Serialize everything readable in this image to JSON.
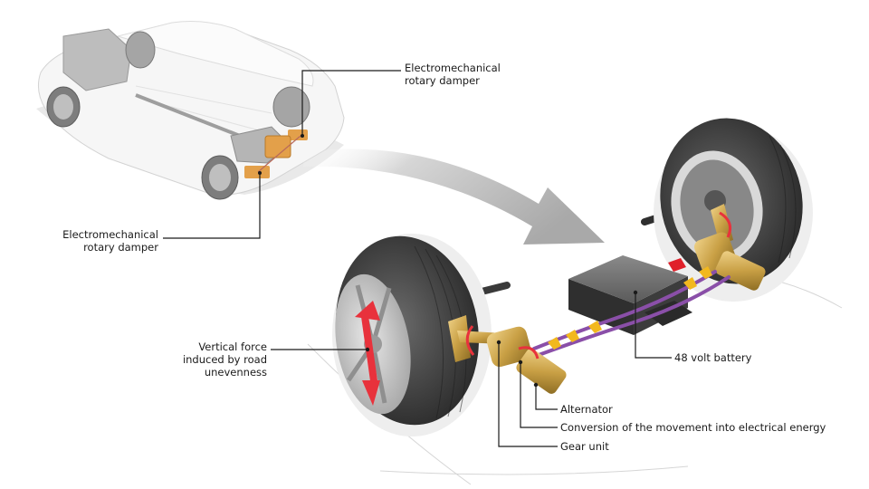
{
  "diagram": {
    "title": "Electromechanical rotary damper system",
    "colors": {
      "background": "#ffffff",
      "callout_line": "#1a1a1a",
      "component_gold": "#c9a045",
      "component_orange": "#e3a04a",
      "cable_purple": "#8a4fa8",
      "flow_arrow_yellow": "#f2b81e",
      "force_arrow_red": "#e8323c",
      "battery_terminal_red": "#e0202a",
      "tire_dark": "#3b3b3b",
      "rim_silver": "#c8c8c8",
      "big_arrow_gray": "#b9b9b9"
    },
    "labels": {
      "rear_damper_top": [
        "Electromechanical",
        "rotary damper"
      ],
      "rear_damper_left": [
        "Electromechanical",
        "rotary damper"
      ],
      "vertical_force": [
        "Vertical force",
        "induced by road",
        "unevenness"
      ],
      "battery": "48 volt battery",
      "alternator": "Alternator",
      "conversion": "Conversion of the movement into electrical energy",
      "gear_unit": "Gear unit"
    }
  }
}
